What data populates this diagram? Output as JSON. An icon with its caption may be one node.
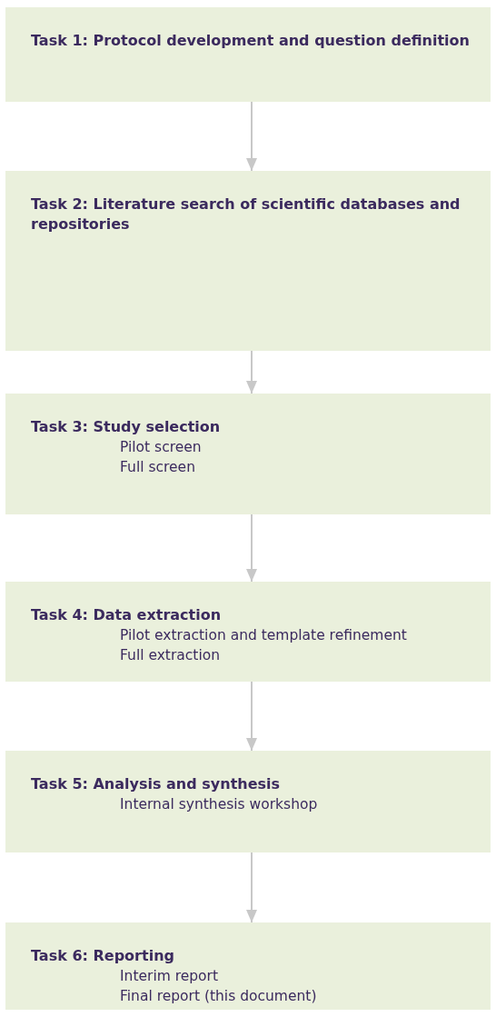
{
  "diagram": {
    "nodes": [
      {
        "text": [
          "Task 1: Protocol development and question definition"
        ]
      },
      {
        "text": [
          "Task 2: Literature search of scientific databases and repositories"
        ]
      },
      {
        "text": [
          "Task 3: Study selection",
          "Pilot screen",
          "Full screen"
        ]
      },
      {
        "text": [
          "Task 4: Data extraction",
          "Pilot extraction and template refinement",
          "Full extraction"
        ]
      },
      {
        "text": [
          "Task 5: Analysis and synthesis",
          "Internal synthesis workshop"
        ]
      },
      {
        "text": [
          "Task 6: Reporting",
          "Interim report",
          "Final report (this document)"
        ]
      }
    ],
    "edges": [
      {
        "from": 0,
        "to": 1,
        "arrow": "to"
      },
      {
        "from": 1,
        "to": 2,
        "arrow": "to"
      },
      {
        "from": 2,
        "to": 3,
        "arrow": "to"
      },
      {
        "from": 3,
        "to": 4,
        "arrow": "to"
      },
      {
        "from": 4,
        "to": 5,
        "arrow": "to"
      }
    ]
  }
}
